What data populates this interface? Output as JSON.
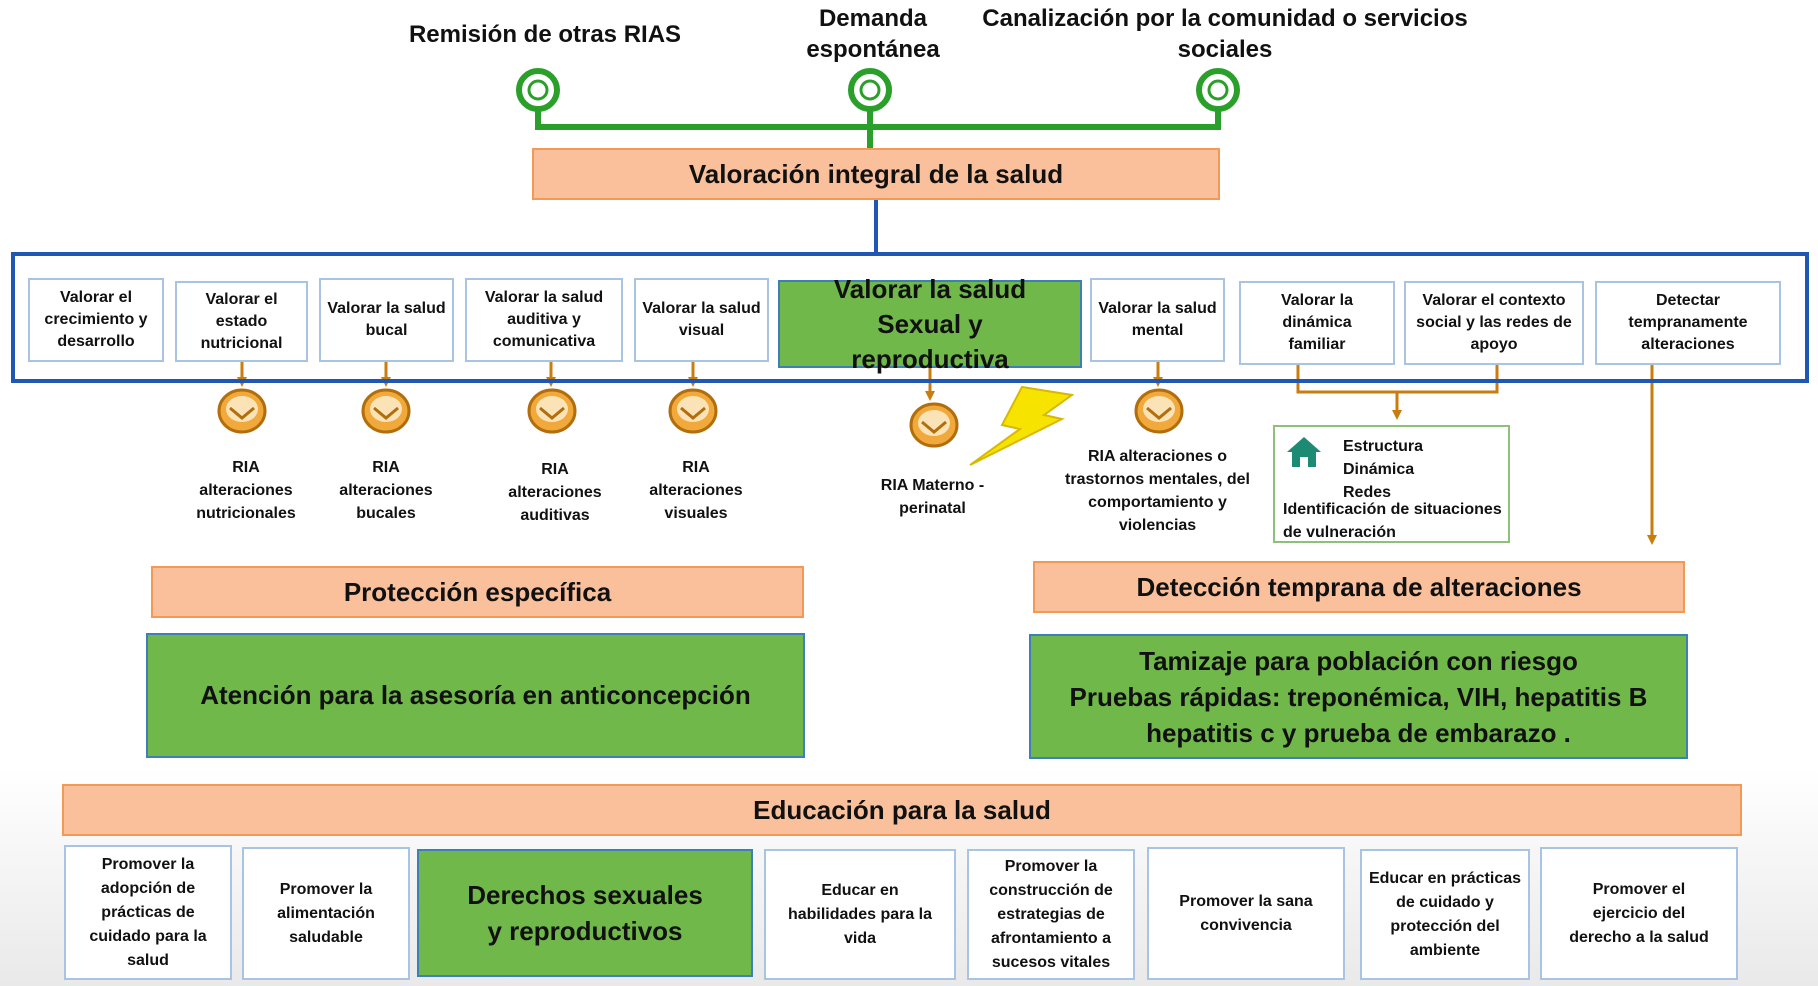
{
  "sources": [
    "Remisión de otras RIAS",
    "Demanda espontánea",
    "Canalización por la comunidad o servicios sociales"
  ],
  "main_title": "Valoración integral de la salud",
  "valoraciones": [
    "Valorar el crecimiento y desarrollo",
    "Valorar el estado nutricional",
    "Valorar la salud bucal",
    "Valorar la salud auditiva y comunicativa",
    "Valorar la salud visual",
    "Valorar la salud Sexual y reproductiva",
    "Valorar la salud mental",
    "Valorar la dinámica familiar",
    "Valorar el contexto social y las redes de apoyo",
    "Detectar tempranamente alteraciones"
  ],
  "rias": [
    "RIA alteraciones nutricionales",
    "RIA alteraciones bucales",
    "RIA alteraciones auditivas",
    "RIA alteraciones visuales",
    "RIA Materno - perinatal",
    "RIA alteraciones o trastornos mentales, del comportamiento y violencias"
  ],
  "familia_legend": [
    "Estructura",
    "Dinámica",
    "Redes",
    "Identificación de situaciones de vulneración"
  ],
  "proteccion": {
    "title": "Protección específica",
    "content": "Atención para la asesoría en anticoncepción"
  },
  "deteccion": {
    "title": "Detección temprana de alteraciones",
    "lines": [
      "Tamizaje para población con riesgo",
      "Pruebas rápidas: treponémica, VIH, hepatitis B",
      "hepatitis c y prueba de embarazo ."
    ]
  },
  "educacion": {
    "title": "Educación para la salud",
    "items": [
      "Promover la adopción de prácticas de cuidado para la salud",
      "Promover la alimentación saludable",
      "Derechos sexuales y reproductivos",
      "Educar en habilidades para la vida",
      "Promover la construcción de estrategias de afrontamiento a sucesos vitales",
      "Promover la sana convivencia",
      "Educar en prácticas de cuidado y protección del ambiente",
      "Promover el ejercicio del derecho a la salud"
    ]
  },
  "icons": [
    "entry-node-icon",
    "ria-badge-icon",
    "lightning-icon",
    "house-icon"
  ],
  "colors": {
    "green_box": "#71b84a",
    "orange_box": "#f9c09b",
    "blue_border": "#1f57b3",
    "connector_green": "#2aa02a",
    "ria_arrow": "#c97d0d"
  }
}
